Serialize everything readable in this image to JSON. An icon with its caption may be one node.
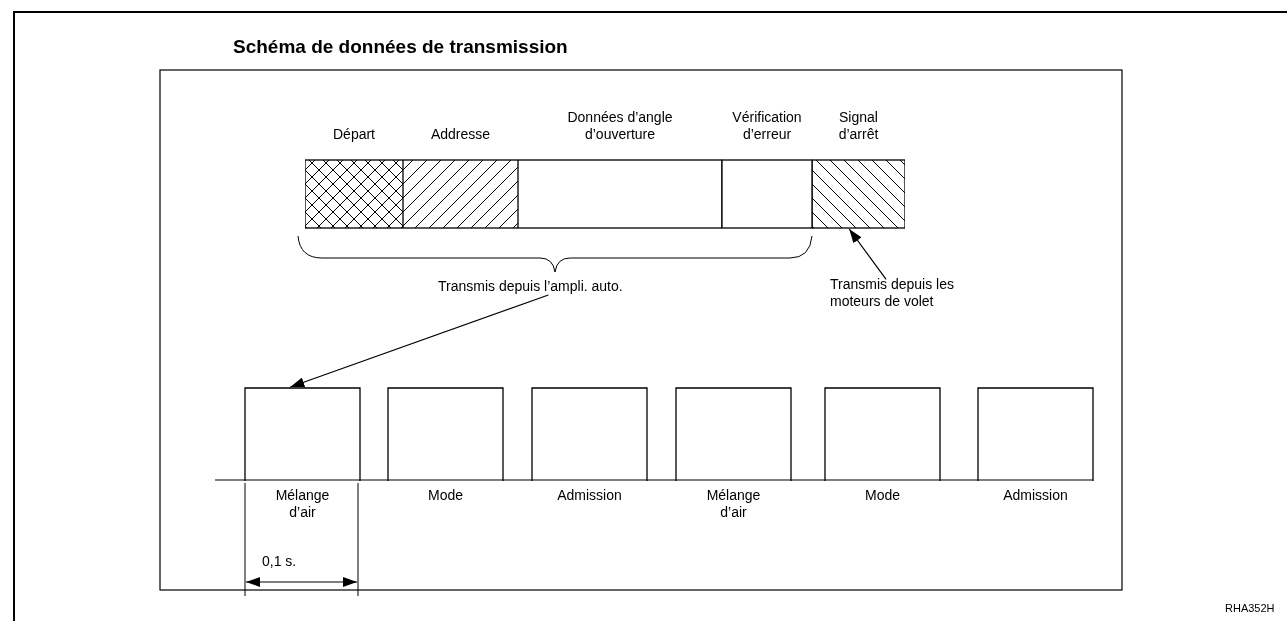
{
  "diagram": {
    "title": "Schéma de données de transmission",
    "nodes": [
      {
        "text": [
          "Départ"
        ]
      },
      {
        "text": [
          "Addresse"
        ]
      },
      {
        "text": [
          "Données d’angle d’ouverture"
        ]
      },
      {
        "text": [
          "Vérification d’erreur"
        ]
      },
      {
        "text": [
          "Signal d’arrêt"
        ]
      },
      {
        "text": [
          "Transmis depuis l’ampli. auto."
        ]
      },
      {
        "text": [
          "Transmis depuis les moteurs de volet"
        ]
      },
      {
        "text": [
          "Mélange d’air"
        ]
      },
      {
        "text": [
          "Mode"
        ]
      },
      {
        "text": [
          "Admission"
        ]
      },
      {
        "text": [
          "Mélange d’air"
        ]
      },
      {
        "text": [
          "Mode"
        ]
      },
      {
        "text": [
          "Admission"
        ]
      }
    ],
    "edges": [
      {
        "from": 5,
        "to": 7,
        "arrow": "to"
      },
      {
        "from": 6,
        "to": 4,
        "arrow": "to"
      }
    ],
    "labels": [
      "0,1 s.",
      "RHA352H"
    ]
  }
}
